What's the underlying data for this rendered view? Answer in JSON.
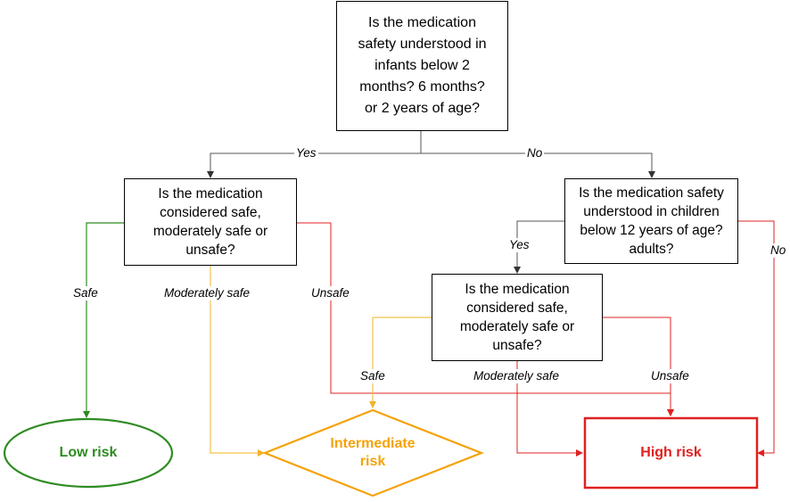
{
  "nodes": {
    "q_infants": "Is the medication safety understood in infants below 2 months? 6 months? or 2 years of age?",
    "q_safety_left": "Is the medication considered safe, moderately safe or unsafe?",
    "q_children": "Is the medication safety understood in children below 12 years of age? adults?",
    "q_safety_right": "Is the medication considered safe, moderately safe or unsafe?"
  },
  "outcomes": {
    "low": "Low risk",
    "intermediate": "Intermediate risk",
    "high": "High risk"
  },
  "edge_labels": {
    "yes_top": "Yes",
    "no_top": "No",
    "safe_left": "Safe",
    "moderate_left": "Moderately safe",
    "unsafe_left": "Unsafe",
    "yes_children": "Yes",
    "no_children": "No",
    "safe_right": "Safe",
    "moderate_right": "Moderately safe",
    "unsafe_right": "Unsafe"
  },
  "colors": {
    "low": "#2e8b22",
    "intermediate": "#f5a20a",
    "intermediate_line": "#f3c24a",
    "high": "#e02020",
    "neutral": "#000000",
    "neutral_line": "#555555"
  }
}
